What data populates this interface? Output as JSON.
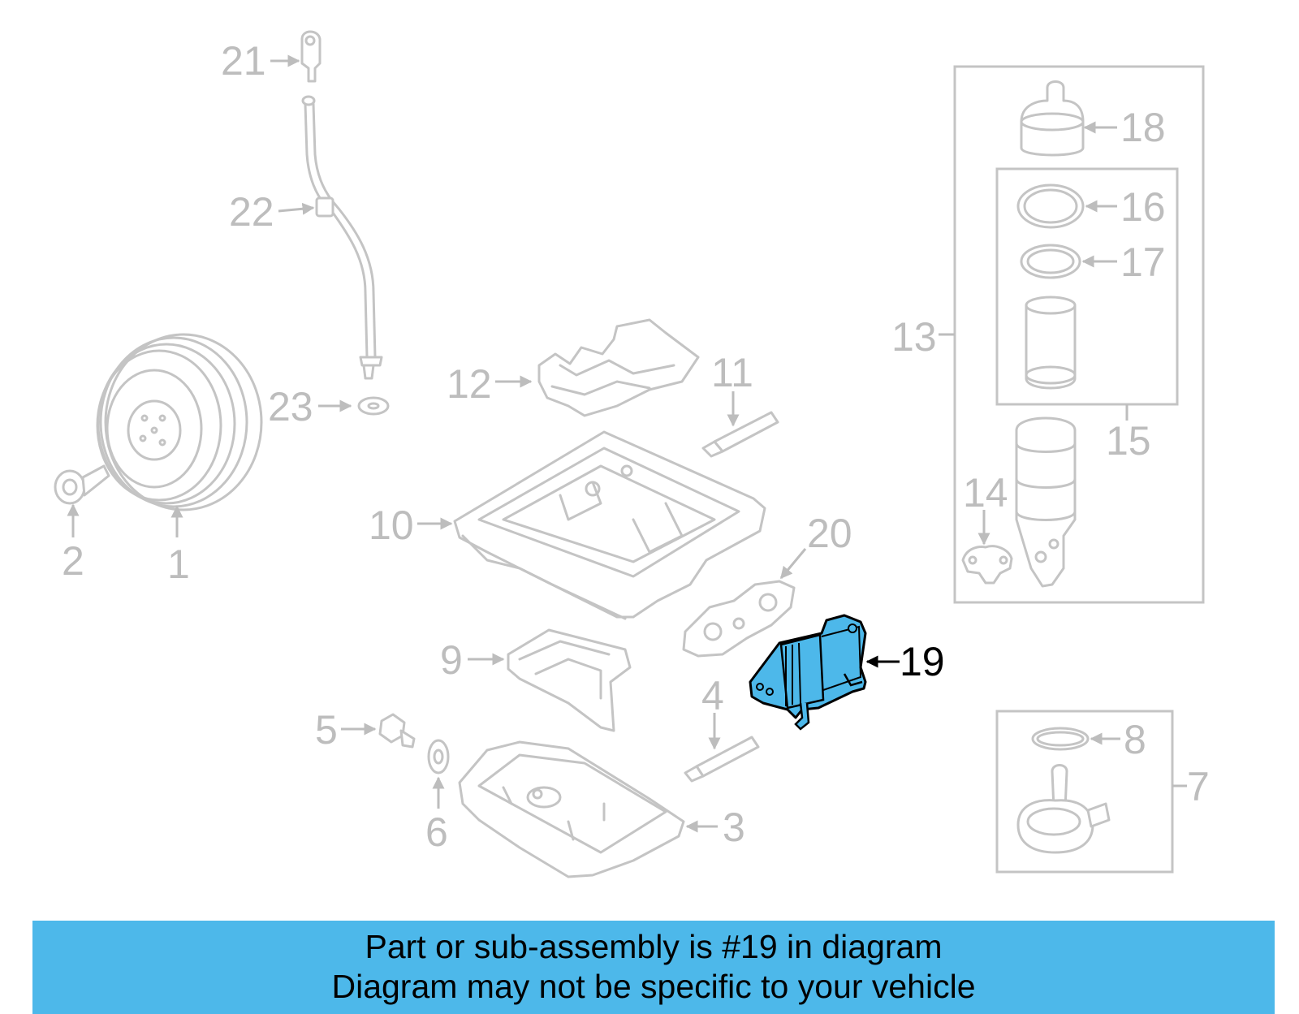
{
  "callouts": {
    "c1": "1",
    "c2": "2",
    "c3": "3",
    "c4": "4",
    "c5": "5",
    "c6": "6",
    "c7": "7",
    "c8": "8",
    "c9": "9",
    "c10": "10",
    "c11": "11",
    "c12": "12",
    "c13": "13",
    "c14": "14",
    "c15": "15",
    "c16": "16",
    "c17": "17",
    "c18": "18",
    "c19": "19",
    "c20": "20",
    "c21": "21",
    "c22": "22",
    "c23": "23"
  },
  "highlighted_part": "19",
  "colors": {
    "highlight": "#4db8ea",
    "banner": "#4db8ea",
    "part_line": "#c4c4c4"
  },
  "banner": {
    "line1": "Part or sub-assembly is #19 in diagram",
    "line2": "Diagram may not be specific to your vehicle"
  }
}
